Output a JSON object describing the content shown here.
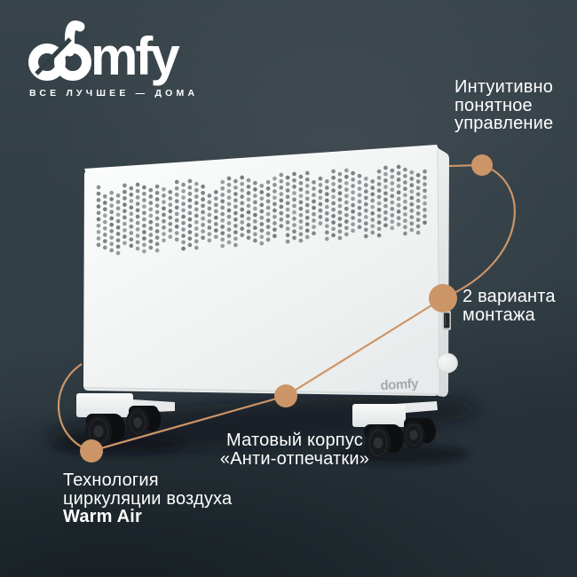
{
  "header": {
    "logo_text": "domfy",
    "logo_tail": "mfy",
    "tagline": "ВСЕ ЛУЧШЕЕ — ДОМА"
  },
  "device": {
    "brand_label": "domfy"
  },
  "callouts": {
    "control": {
      "lines": [
        "Интуитивно",
        "понятное",
        "управление"
      ]
    },
    "mounting": {
      "lines": [
        "2 варианта",
        "монтажа"
      ]
    },
    "body": {
      "lines": [
        "Матовый корпус",
        "«Анти-отпечатки»"
      ]
    },
    "airflow": {
      "lines": [
        "Технология",
        "циркуляции воздуха"
      ],
      "highlight": "Warm Air"
    }
  },
  "colors": {
    "background": "#323e45",
    "accent": "#cc9568",
    "text": "#ffffff",
    "device_body": "#f4f5f6",
    "wheel": "#17191c",
    "perforation": "#868c90"
  }
}
